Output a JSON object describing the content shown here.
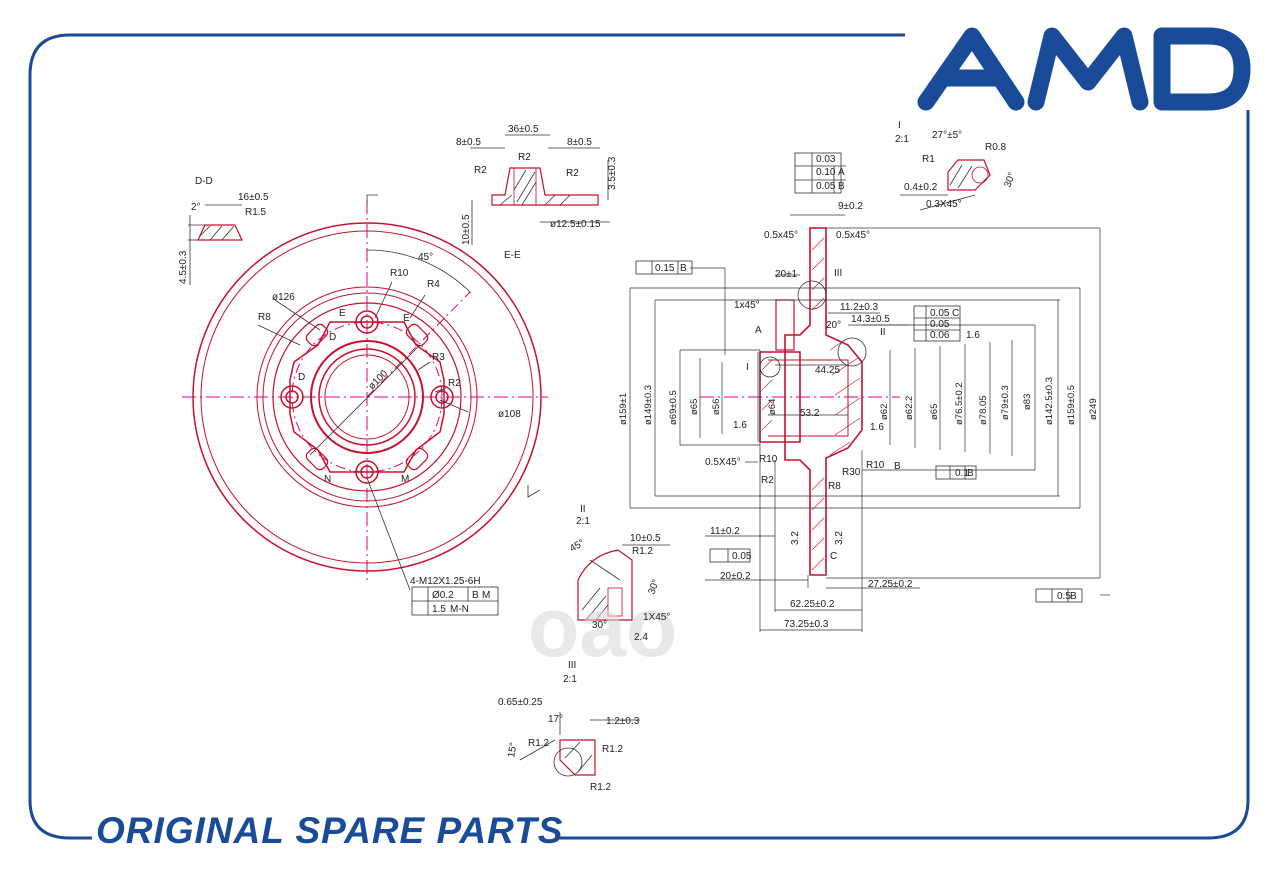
{
  "brand": {
    "logo_text": "AMD",
    "tagline": "ORIGINAL SPARE PARTS",
    "watermark": "oao",
    "color": "#1a4b98"
  },
  "colors": {
    "drawing_red": "#c8102e",
    "center_line": "#e6007e",
    "dimension": "#333333"
  },
  "sections": {
    "dd": {
      "title": "D-D",
      "width": "16±0.5",
      "angle": "2°",
      "radius": "R1.5",
      "height": "4.5±0.3"
    },
    "ee": {
      "title": "E-E",
      "top": "36±0.5",
      "left": "8±0.5",
      "right": "8±0.5",
      "r_left": "R2",
      "r_mid": "R2",
      "r_right": "R2",
      "height": "3.5±0.3",
      "depth": "10±0.5",
      "hole": "ø12.5±0.15"
    },
    "detail_i": {
      "title": "I",
      "scale": "2:1",
      "angle": "27°±5°",
      "radius_a": "R0.8",
      "radius_b": "R1",
      "offset": "0.4±0.2",
      "chamfer": "0.3X45°",
      "angle_b": "30°"
    },
    "detail_ii": {
      "title": "II",
      "scale": "2:1",
      "width": "10±0.5",
      "radius": "R1.2",
      "angle_a": "45°",
      "angle_b": "30°",
      "angle_c": "30°",
      "chamfer": "1X45°",
      "depth": "2.4"
    },
    "detail_iii": {
      "title": "III",
      "scale": "2:1",
      "a": "0.65±0.25",
      "b": "17°",
      "c": "1.2±0.3",
      "r1": "R1.2",
      "r2": "R1.2",
      "r3": "R1.2",
      "angle": "15°"
    }
  },
  "front_view": {
    "angle": "45°",
    "pcd": "ø100",
    "outer_circle": "ø126",
    "bore_circle": "ø108",
    "r10": "R10",
    "r4": "R4",
    "r8": "R8",
    "r3": "R3",
    "r2": "R2",
    "label_e1": "E",
    "label_e2": "E",
    "label_d1": "D",
    "label_d2": "D",
    "label_n": "N",
    "label_m": "M",
    "thread": "4-M12X1.25-6H",
    "position_tol": "Ø0.2",
    "datum_b": "B",
    "mod_m": "M",
    "sym_value": "1.5",
    "sym_datum": "M-N"
  },
  "side_view": {
    "flat_tol": "0.03",
    "par_tol": "0.10",
    "par_datum": "A",
    "run_tol": "0.05",
    "run_datum": "B",
    "thickness": "9±0.2",
    "chamfer_a": "0.5x45°",
    "chamfer_b": "0.5x45°",
    "runout_main": "0.15",
    "runout_main_datum": "B",
    "flange_width": "20±1",
    "chamfer_hub": "1x45°",
    "detail_iii": "III",
    "detail_i": "I",
    "detail_ii": "II",
    "dim_11_2": "11.2±0.3",
    "dim_14_3": "14.3±0.5",
    "angle_20": "20°",
    "tol_a": "0.05",
    "tol_a_datum": "C",
    "tol_b": "0.05",
    "tol_c": "0.06",
    "rough_a": "1.6",
    "rough_b": "1.6",
    "rough_c": "1.6",
    "len_44": "44.25",
    "len_53": "53.2",
    "chamfer_05": "0.5X45°",
    "d159_1": "ø159±1",
    "d149": "ø149±0.3",
    "d69": "ø69±0.5",
    "d65": "ø65",
    "d56": "ø56",
    "d64": "ø64",
    "d62": "ø62",
    "d62_2": "ø62.2",
    "d65b": "ø65",
    "d76": "ø76.5±0.2",
    "d78": "ø78.05",
    "d79": "ø79±0.3",
    "d83": "ø83",
    "d142": "ø142.5±0.3",
    "d159": "ø159±0.5",
    "d249": "ø249",
    "r10a": "R10",
    "r10b": "R10",
    "r2": "R2",
    "r30": "R30",
    "r8": "R8",
    "conc_tol": "0.1",
    "conc_datum": "B",
    "dim_11": "11±0.2",
    "flat2": "0.05",
    "rough_d": "3.2",
    "rough_e": "3.2",
    "dim_20": "20±0.2",
    "dim_27": "27.25±0.2",
    "dim_62": "62.25±0.2",
    "dim_73": "73.25±0.3",
    "runout_bottom": "0.5",
    "runout_bottom_datum": "B",
    "datum_label_a": "A",
    "datum_label_b": "B",
    "datum_label_c": "C"
  }
}
